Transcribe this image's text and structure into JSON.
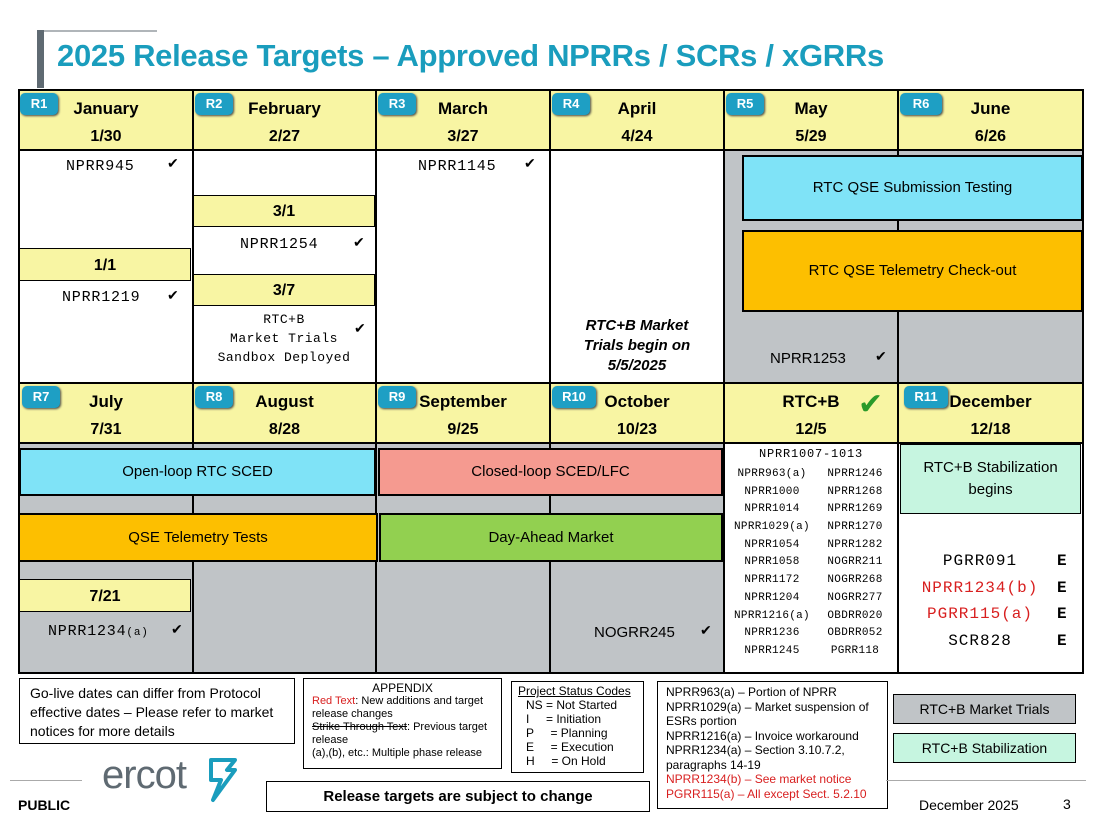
{
  "title": "2025 Release Targets – Approved NPRRs / SCRs / xGRRs",
  "months_top": [
    {
      "badge": "R1",
      "month": "January",
      "date": "1/30"
    },
    {
      "badge": "R2",
      "month": "February",
      "date": "2/27"
    },
    {
      "badge": "R3",
      "month": "March",
      "date": "3/27"
    },
    {
      "badge": "R4",
      "month": "April",
      "date": "4/24"
    },
    {
      "badge": "R5",
      "month": "May",
      "date": "5/29"
    },
    {
      "badge": "R6",
      "month": "June",
      "date": "6/26"
    }
  ],
  "months_bottom": [
    {
      "badge": "R7",
      "month": "July",
      "date": "7/31"
    },
    {
      "badge": "R8",
      "month": "August",
      "date": "8/28"
    },
    {
      "badge": "R9",
      "month": "September",
      "date": "9/25"
    },
    {
      "badge": "R10",
      "month": "October",
      "date": "10/23"
    },
    {
      "badge": "",
      "month": "RTC+B",
      "date": "12/5"
    },
    {
      "badge": "R11",
      "month": "December",
      "date": "12/18"
    }
  ],
  "checkmark": "✔",
  "big_check": "✔",
  "jan": {
    "item1": "NPRR945",
    "sub_date": "1/1",
    "item2": "NPRR1219"
  },
  "feb": {
    "sub1": "3/1",
    "item1": "NPRR1254",
    "sub2": "3/7",
    "item2_l1": "RTC+B",
    "item2_l2": "Market Trials",
    "item2_l3": "Sandbox Deployed"
  },
  "mar": {
    "item1": "NPRR1145"
  },
  "apr": {
    "text_l1": "RTC+B Market",
    "text_l2": "Trials begin on",
    "text_l3": "5/5/2025"
  },
  "may_june": {
    "band1": "RTC QSE Submission Testing",
    "band2": "RTC QSE Telemetry  Check-out",
    "item": "NPRR1253"
  },
  "bands_bottom": {
    "open_loop": "Open-loop  RTC  SCED",
    "closed_loop": "Closed-loop  SCED/LFC",
    "qse_tel": "QSE Telemetry  Tests",
    "dam": "Day-Ahead Market"
  },
  "jul": {
    "sub": "7/21",
    "item": "NPRR1234",
    "item_suffix": "(a)"
  },
  "oct": {
    "item": "NOGRR245"
  },
  "rtcb": {
    "header": "NPRR1007-1013",
    "left": [
      "NPRR963(a)",
      "NPRR1000",
      "NPRR1014",
      "NPRR1029(a)",
      "NPRR1054",
      "NPRR1058",
      "NPRR1172",
      "NPRR1204",
      "NPRR1216(a)",
      "NPRR1236",
      "NPRR1245"
    ],
    "right": [
      "NPRR1246",
      "NPRR1268",
      "NPRR1269",
      "NPRR1270",
      "NPRR1282",
      "NOGRR211",
      "NOGRR268",
      "NOGRR277",
      "OBDRR020",
      "OBDRR052",
      "PGRR118"
    ]
  },
  "dec": {
    "stab": "RTC+B Stabilization begins",
    "items": [
      {
        "name": "PGRR091",
        "status": "E",
        "color": "#000000"
      },
      {
        "name": "NPRR1234(b)",
        "status": "E",
        "color": "#d81f1f"
      },
      {
        "name": "PGRR115(a)",
        "status": "E",
        "color": "#d81f1f"
      },
      {
        "name": "SCR828",
        "status": "E",
        "color": "#000000"
      }
    ]
  },
  "note_box": "Go-live  dates can differ from Protocol effective dates – Please refer to market notices for more details",
  "appendix": {
    "title": "APPENDIX",
    "red_label": "Red Text",
    "red_desc": ": New additions and target release changes",
    "strike_label": "Strike Through Text",
    "strike_desc": ": Previous target release",
    "phase": "(a),(b), etc.: Multiple  phase release"
  },
  "status_codes": {
    "title": "Project Status Codes",
    "rows": [
      "NS = Not Started",
      "I     = Initiation",
      "P     = Planning",
      "E     = Execution",
      "H     = On Hold"
    ]
  },
  "notes_right": [
    {
      "text": "NPRR963(a) – Portion of NPRR",
      "color": "#000000"
    },
    {
      "text": "NPRR1029(a) – Market suspension of ESRs portion",
      "color": "#000000"
    },
    {
      "text": "NPRR1216(a) – Invoice workaround",
      "color": "#000000"
    },
    {
      "text": "NPRR1234(a) – Section 3.10.7.2, paragraphs 14-19",
      "color": "#000000"
    },
    {
      "text": "NPRR1234(b) – See market notice",
      "color": "#d81f1f"
    },
    {
      "text": "PGRR115(a) – All except Sect. 5.2.10",
      "color": "#d81f1f"
    }
  ],
  "legend": {
    "trials": "RTC+B Market  Trials",
    "stab": "RTC+B Stabilization"
  },
  "subject_change": "Release targets are subject to change",
  "footer": {
    "public": "PUBLIC",
    "logo": "ercot",
    "date": "December 2025",
    "page": "3"
  },
  "colors": {
    "title": "#1a9dbd",
    "header_yellow": "#f8f5a3",
    "badge": "#1e9fc4",
    "gray": "#c0c4c7",
    "cyan": "#7fe3f7",
    "orange": "#fdbf00",
    "salmon": "#f59a90",
    "green": "#92d050",
    "mint": "#c6f5e0",
    "red": "#d81f1f"
  }
}
